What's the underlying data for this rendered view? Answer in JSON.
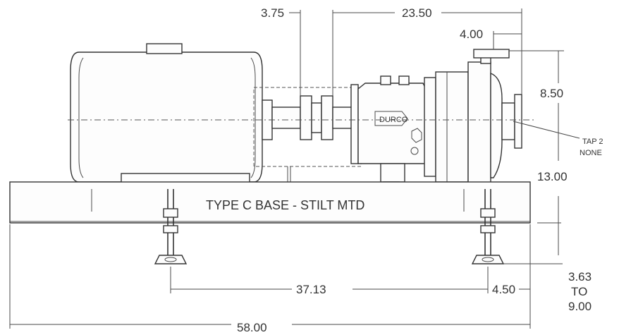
{
  "base_label": "TYPE C BASE - STILT MTD",
  "logo_text": "DURCO",
  "dimensions": {
    "coupling_gap": "3.75",
    "coupling_to_discharge": "23.50",
    "discharge_to_end": "4.00",
    "discharge_height": "8.50",
    "shaft_height": "13.00",
    "stilt_range_min": "3.63",
    "stilt_range_to": "TO",
    "stilt_range_max": "9.00",
    "stilt_spacing": "37.13",
    "stilt_to_end": "4.50",
    "overall_length": "58.00"
  },
  "notes": {
    "tap_line1": "TAP 2",
    "tap_line2": "NONE"
  },
  "colors": {
    "ink": "#333333",
    "paper": "#ffffff"
  }
}
